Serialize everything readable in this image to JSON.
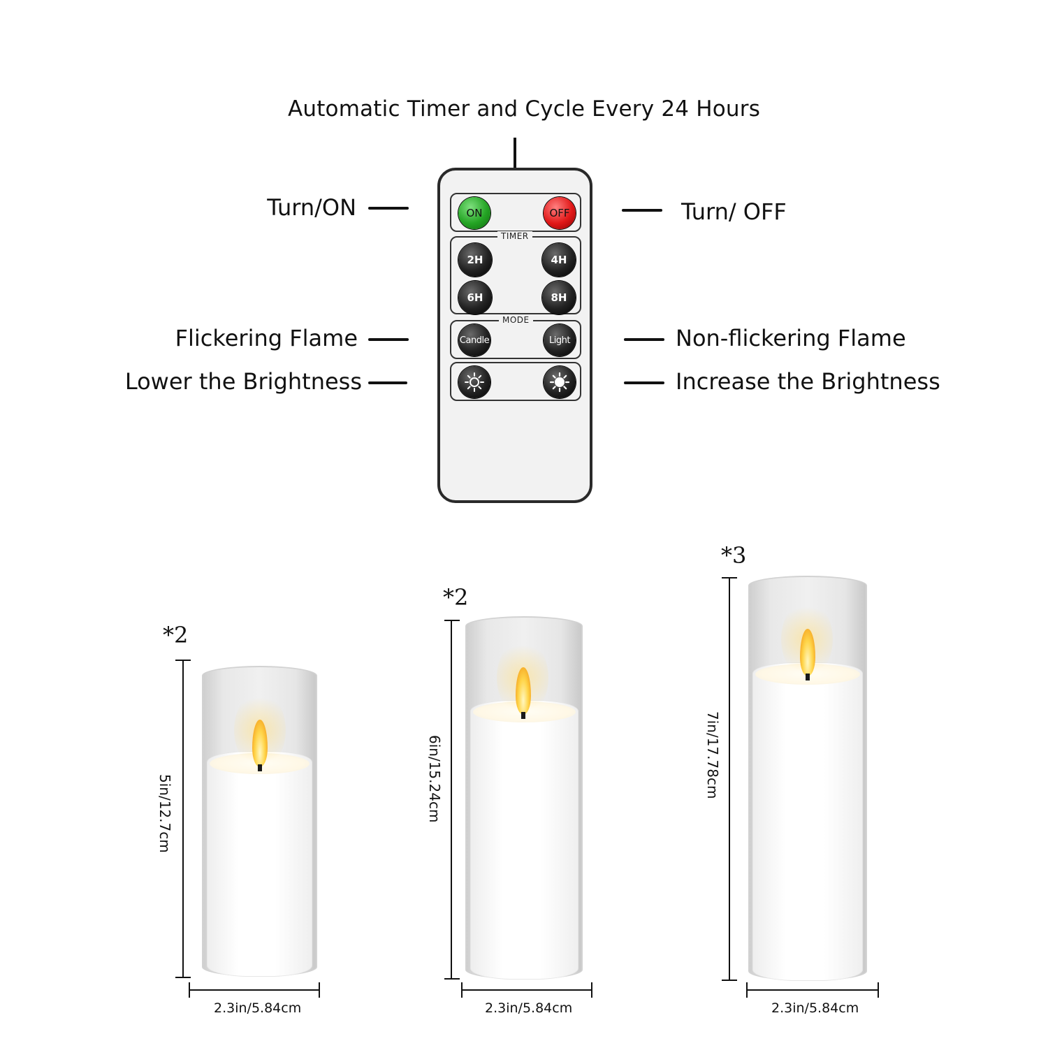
{
  "title": "Automatic Timer and Cycle Every 24 Hours",
  "labels": {
    "turn_on": "Turn/ON",
    "turn_off": "Turn/ OFF",
    "flicker": "Flickering Flame",
    "non_flicker": "Non-flickering Flame",
    "lower": "Lower the Brightness",
    "increase": "Increase the Brightness"
  },
  "remote": {
    "on": "ON",
    "off": "OFF",
    "timer_label": "TIMER",
    "timer_buttons": [
      "2H",
      "4H",
      "6H",
      "8H"
    ],
    "mode_label": "MODE",
    "candle": "Candle",
    "light": "Light",
    "colors": {
      "on": "#24a424",
      "off": "#e11818",
      "button": "#222222"
    },
    "icons": [
      "sun-outline-icon",
      "sun-filled-icon"
    ]
  },
  "candles": [
    {
      "qty": "*2",
      "height": "5in/12.7cm",
      "width": "2.3in/5.84cm"
    },
    {
      "qty": "*2",
      "height": "6in/15.24cm",
      "width": "2.3in/5.84cm"
    },
    {
      "qty": "*3",
      "height": "7in/17.78cm",
      "width": "2.3in/5.84cm"
    }
  ]
}
